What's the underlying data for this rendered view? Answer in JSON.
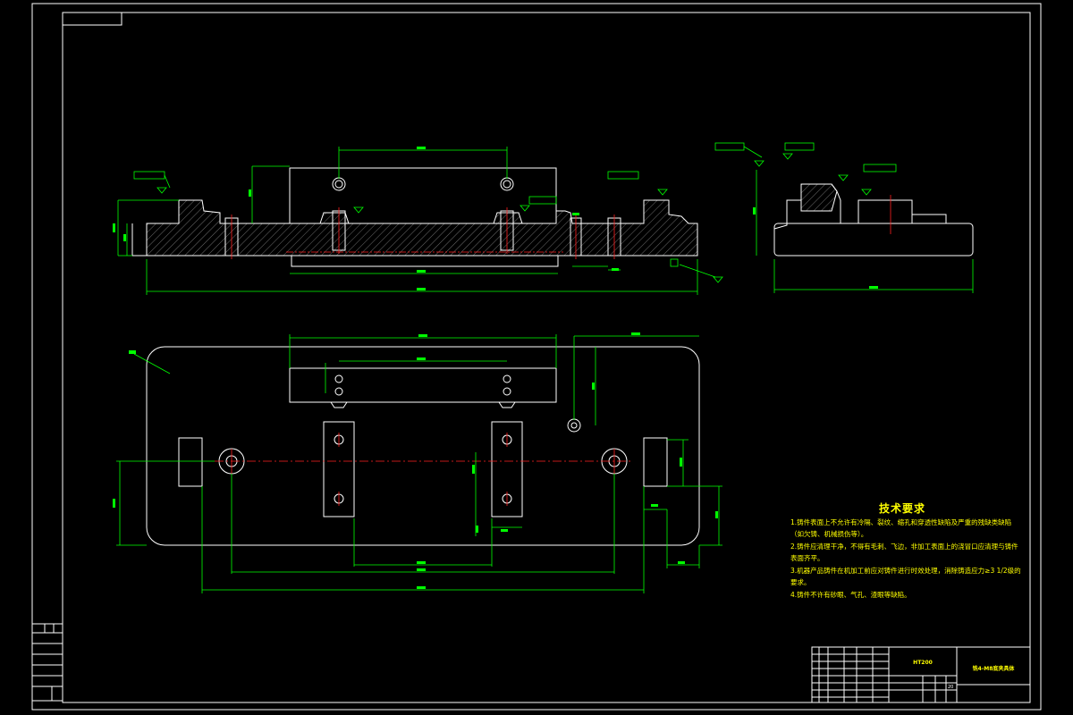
{
  "technical_requirements": {
    "title": "技术要求",
    "items": [
      "1.铸件表面上不允许有冷隔、裂纹、缩孔和穿透性缺陷及严重的残缺类缺陷（如欠铸、机械损伤等）。",
      "2.铸件应清理干净，不得有毛刺、飞边，非加工表面上的浇冒口应清理与铸件表面齐平。",
      "3.机器产品铸件在机加工前应对铸件进行时效处理，消除铸造应力≥3 1/2级的要求。",
      "4.铸件不许有砂眼、气孔、渣眼等缺陷。"
    ]
  },
  "title_block": {
    "material": "HT200",
    "drawing_name": "铣4-M8底夹具体",
    "scale_value": "20"
  },
  "colors": {
    "outline": "#ffffff",
    "dimension": "#00ff00",
    "centerline": "#ff2020",
    "annotation": "#ffff00"
  }
}
